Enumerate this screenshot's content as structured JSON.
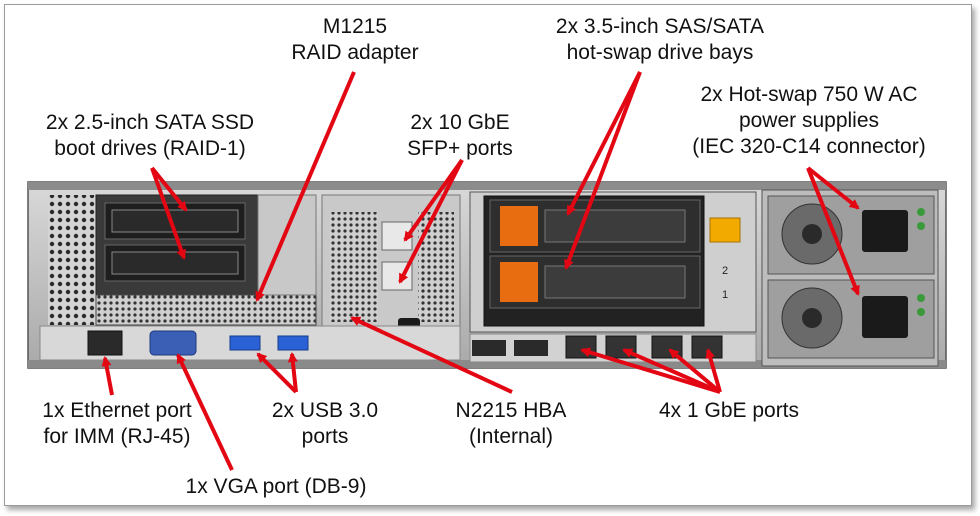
{
  "callouts": {
    "raid": [
      "M1215",
      "RAID adapter"
    ],
    "drive_bays": [
      "2x 3.5-inch SAS/SATA",
      "hot-swap drive bays"
    ],
    "ssd": [
      "2x 2.5-inch SATA SSD",
      "boot drives (RAID-1)"
    ],
    "sfp": [
      "2x 10 GbE",
      "SFP+ ports"
    ],
    "psu": [
      "2x Hot-swap 750 W AC",
      "power supplies",
      "(IEC 320-C14 connector)"
    ],
    "ethernet": [
      "1x Ethernet port",
      "for IMM (RJ-45)"
    ],
    "usb": [
      "2x USB 3.0",
      "ports"
    ],
    "hba": [
      "N2215 HBA",
      "(Internal)"
    ],
    "gbe": [
      "4x 1 GbE ports"
    ],
    "vga": [
      "1x VGA port (DB-9)"
    ]
  },
  "bay_labels": [
    "2",
    "1"
  ],
  "colors": {
    "arrow": "#e30613",
    "chassis": "#3a3a3a",
    "bezel": "#b9b9b9",
    "warning": "#f2a900"
  },
  "icons": [
    "arrow-icon",
    "fan-icon",
    "power-socket-icon",
    "led-icon",
    "drive-handle-icon"
  ]
}
